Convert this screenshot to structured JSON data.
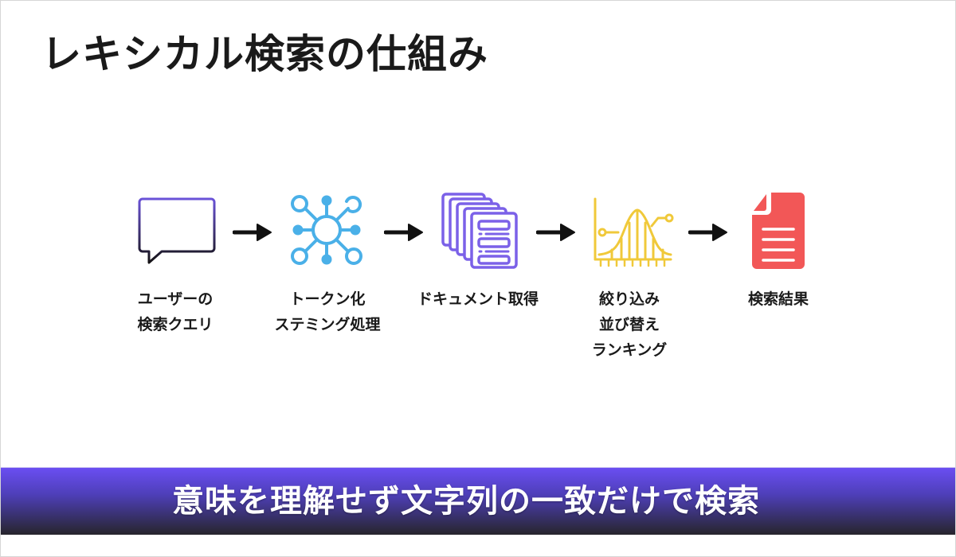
{
  "title": "レキシカル検索の仕組み",
  "steps": [
    {
      "icon": "speech-bubble-icon",
      "lines": [
        "ユーザーの",
        "検索クエリ"
      ],
      "color": "#4a3d9c"
    },
    {
      "icon": "network-hub-icon",
      "lines": [
        "トークン化",
        "ステミング処理"
      ],
      "color": "#4ab0e8"
    },
    {
      "icon": "document-stack-icon",
      "lines": [
        "ドキュメント取得"
      ],
      "color": "#7b61e8"
    },
    {
      "icon": "bell-curve-chart-icon",
      "lines": [
        "絞り込み",
        "並び替え",
        "ランキング"
      ],
      "color": "#f0c93a"
    },
    {
      "icon": "result-document-icon",
      "lines": [
        "検索結果"
      ],
      "color": "#f25757"
    }
  ],
  "arrows": [
    "arrow-right-icon",
    "arrow-right-icon",
    "arrow-right-icon",
    "arrow-right-icon"
  ],
  "banner": {
    "text": "意味を理解せず文字列の一致だけで検索",
    "gradient_top": "#6a4ef2",
    "gradient_bottom": "#27252c"
  }
}
